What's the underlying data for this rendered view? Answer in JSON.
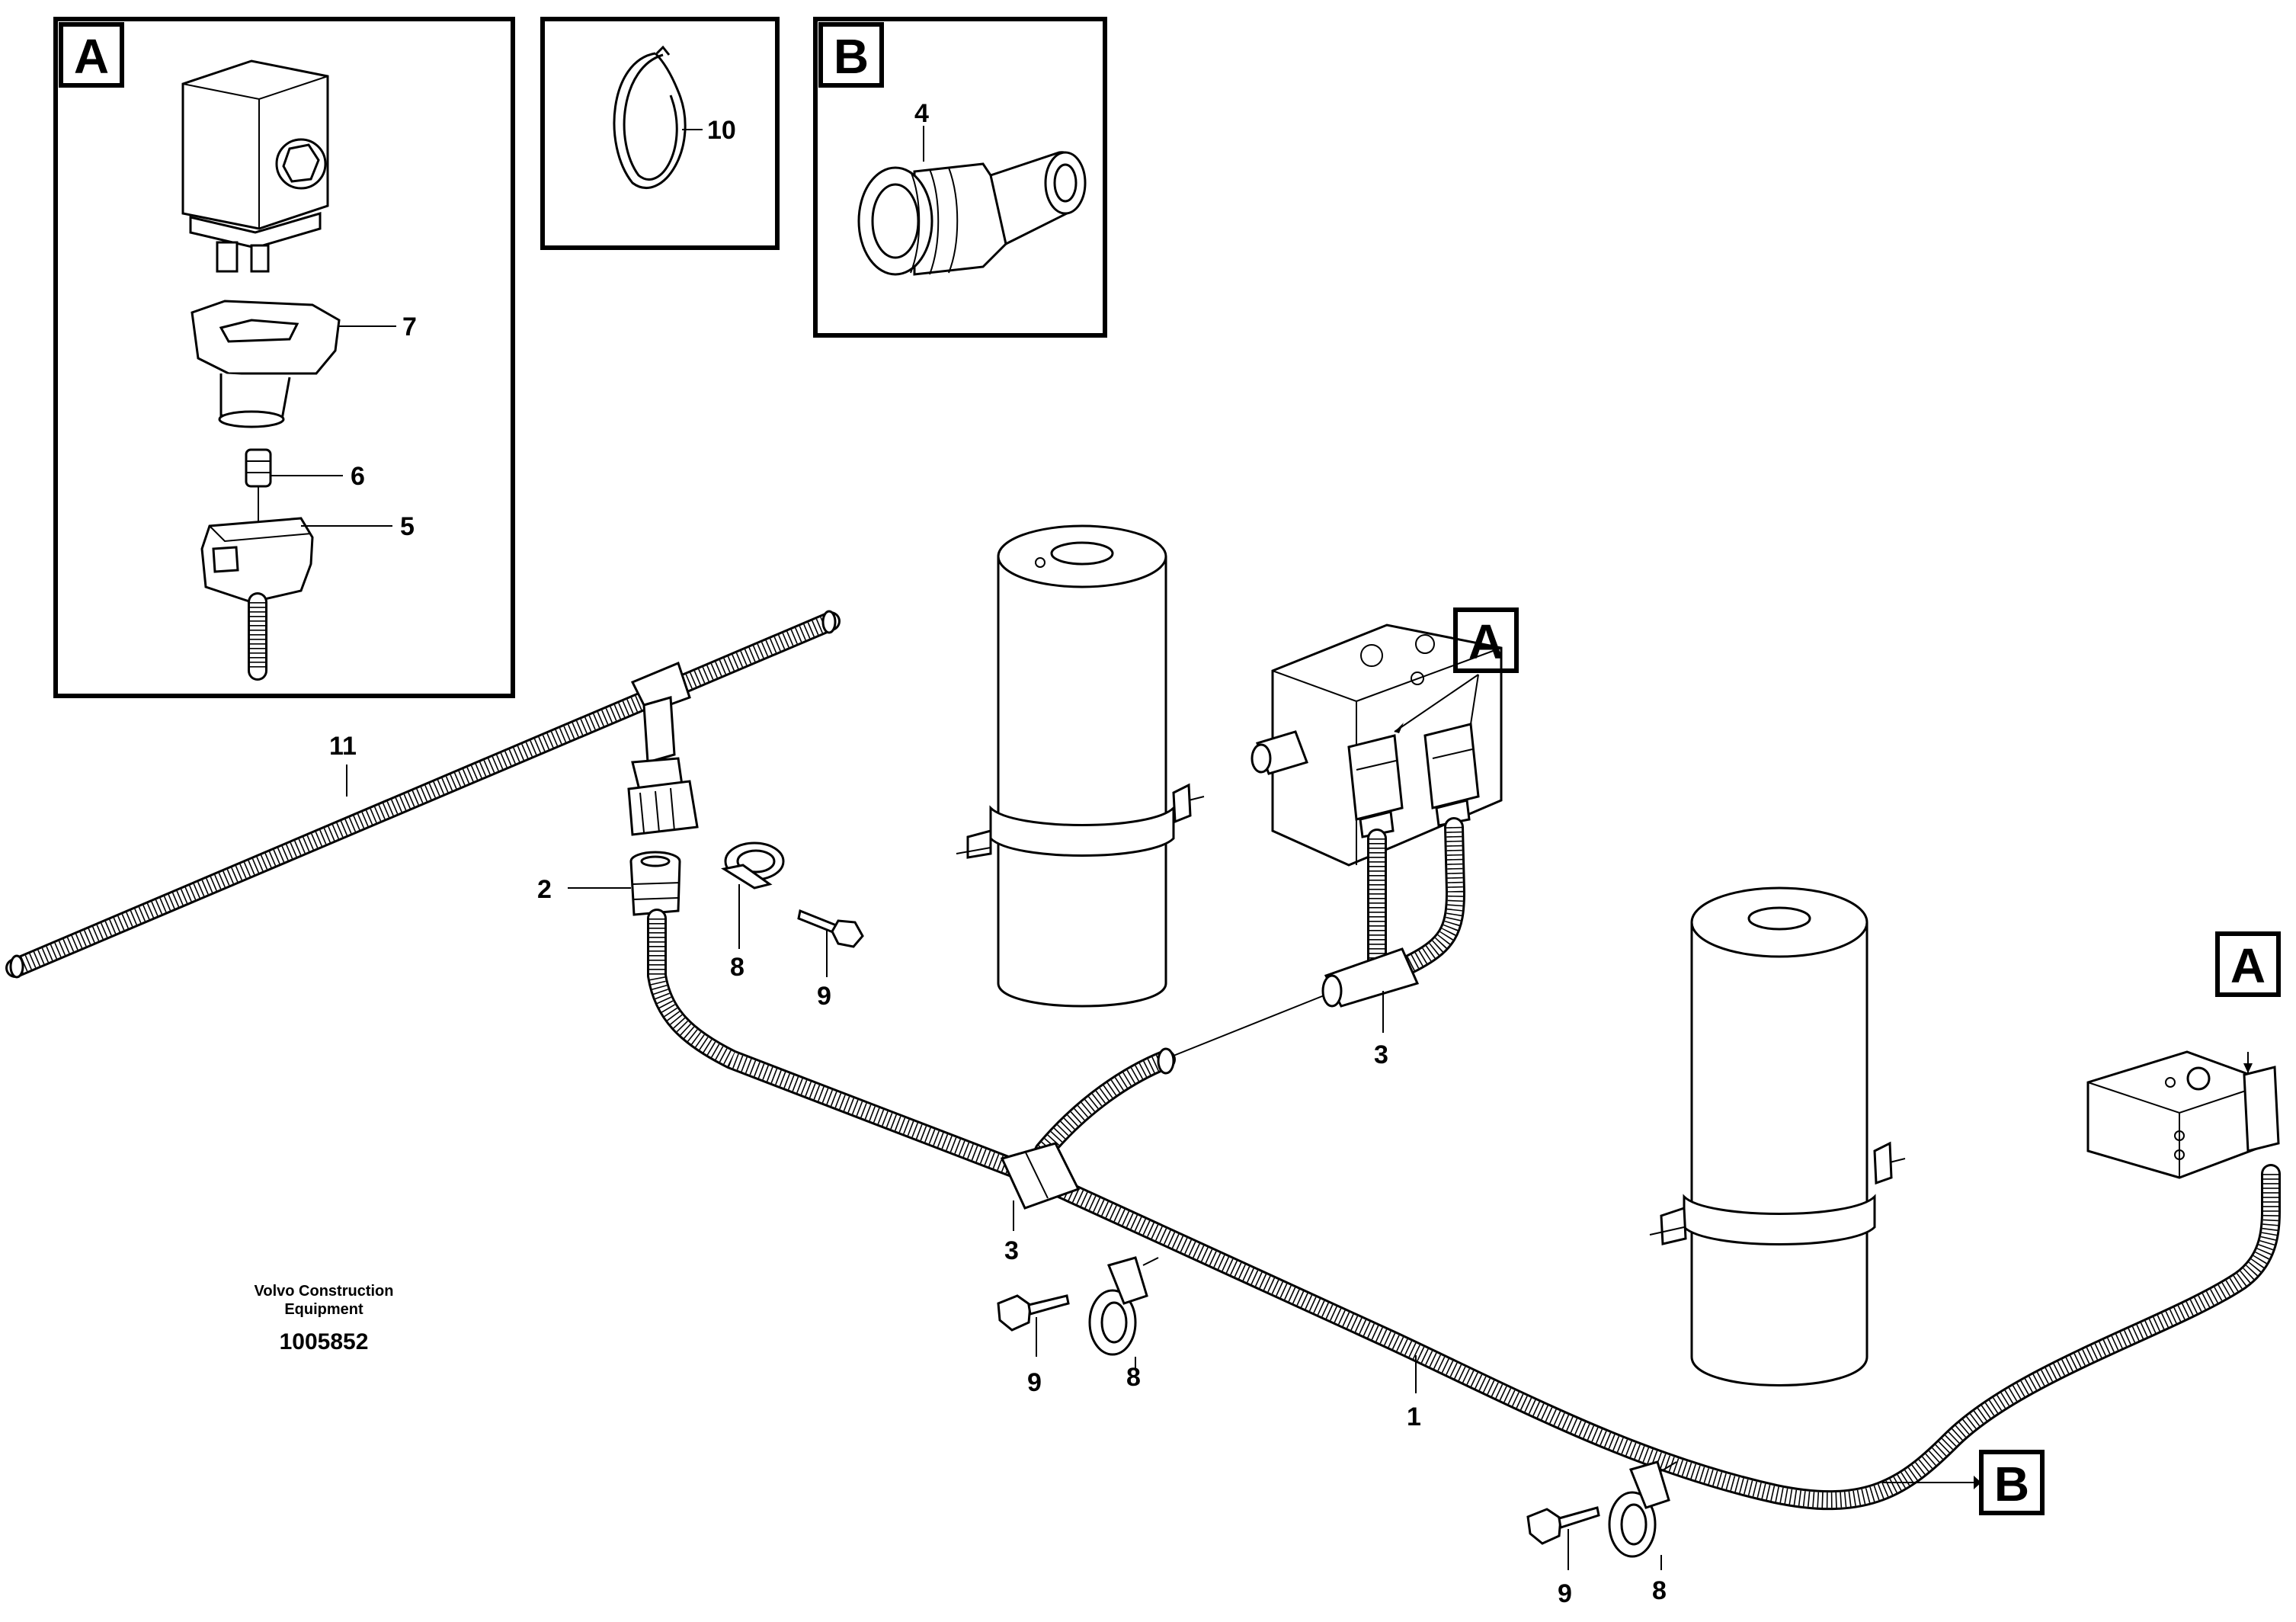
{
  "detail_tags": {
    "a": "A",
    "b": "B"
  },
  "callouts": {
    "p1": "1",
    "p2": "2",
    "p3": "3",
    "p4": "4",
    "p5": "5",
    "p6": "6",
    "p7": "7",
    "p8": "8",
    "p9": "9",
    "p10": "10",
    "p11": "11"
  },
  "footer": {
    "credit_line1": "Volvo Construction",
    "credit_line2": "Equipment",
    "document_number": "1005852"
  }
}
